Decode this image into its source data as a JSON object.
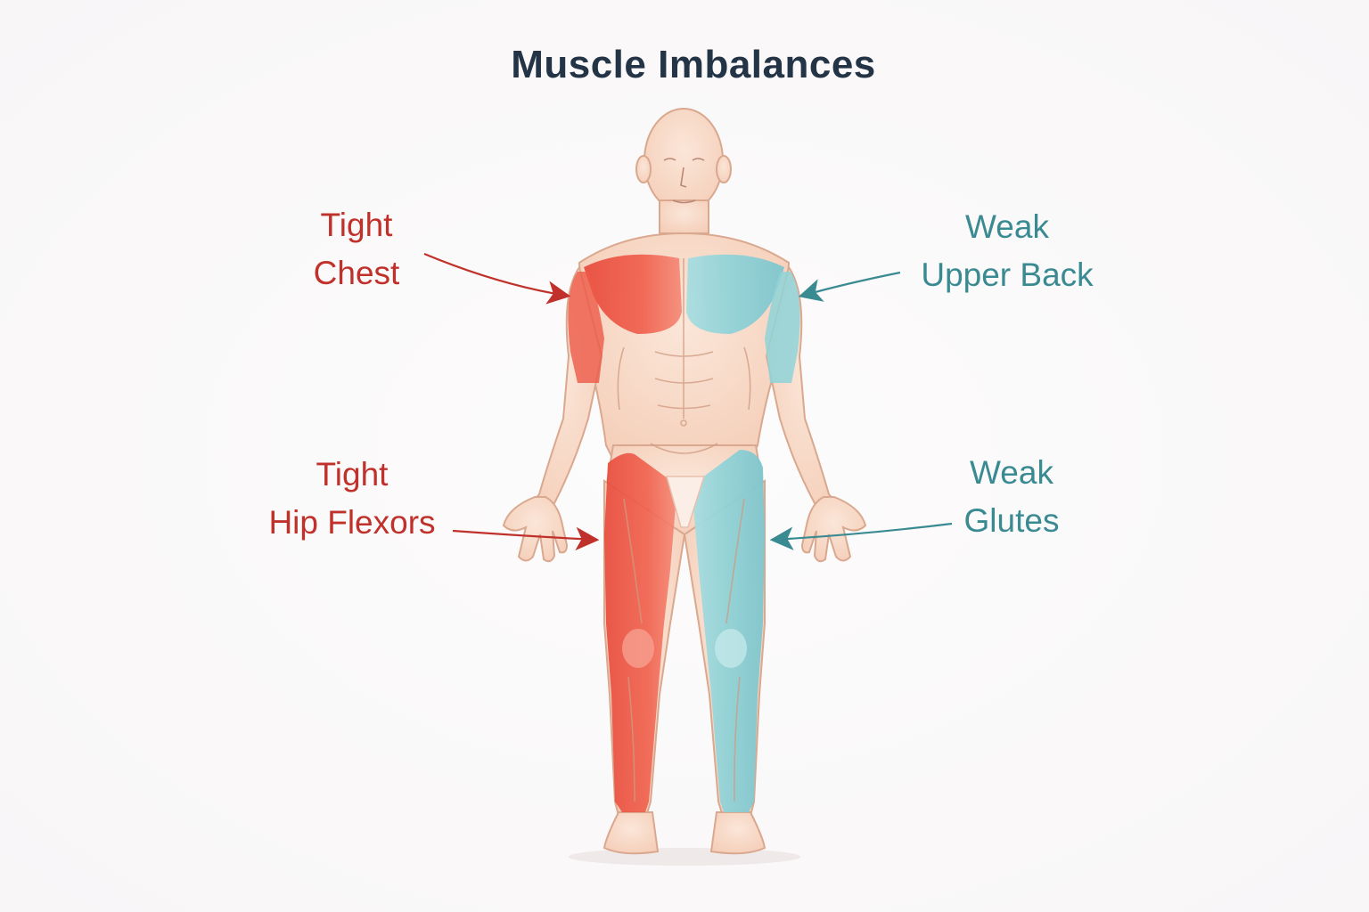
{
  "title": "Muscle Imbalances",
  "labels": {
    "tight_chest": {
      "line1": "Tight",
      "line2": "Chest"
    },
    "weak_upper_back": {
      "line1": "Weak",
      "line2": "Upper Back"
    },
    "tight_hip_flexors": {
      "line1": "Tight",
      "line2": "Hip Flexors"
    },
    "weak_glutes": {
      "line1": "Weak",
      "line2": "Glutes"
    }
  },
  "colors": {
    "tight": "#c0312b",
    "weak": "#3a8a92",
    "skin": "#f9dccb",
    "tight_fill": "#ef5a48",
    "weak_fill": "#8fd3d8",
    "title": "#243447"
  }
}
